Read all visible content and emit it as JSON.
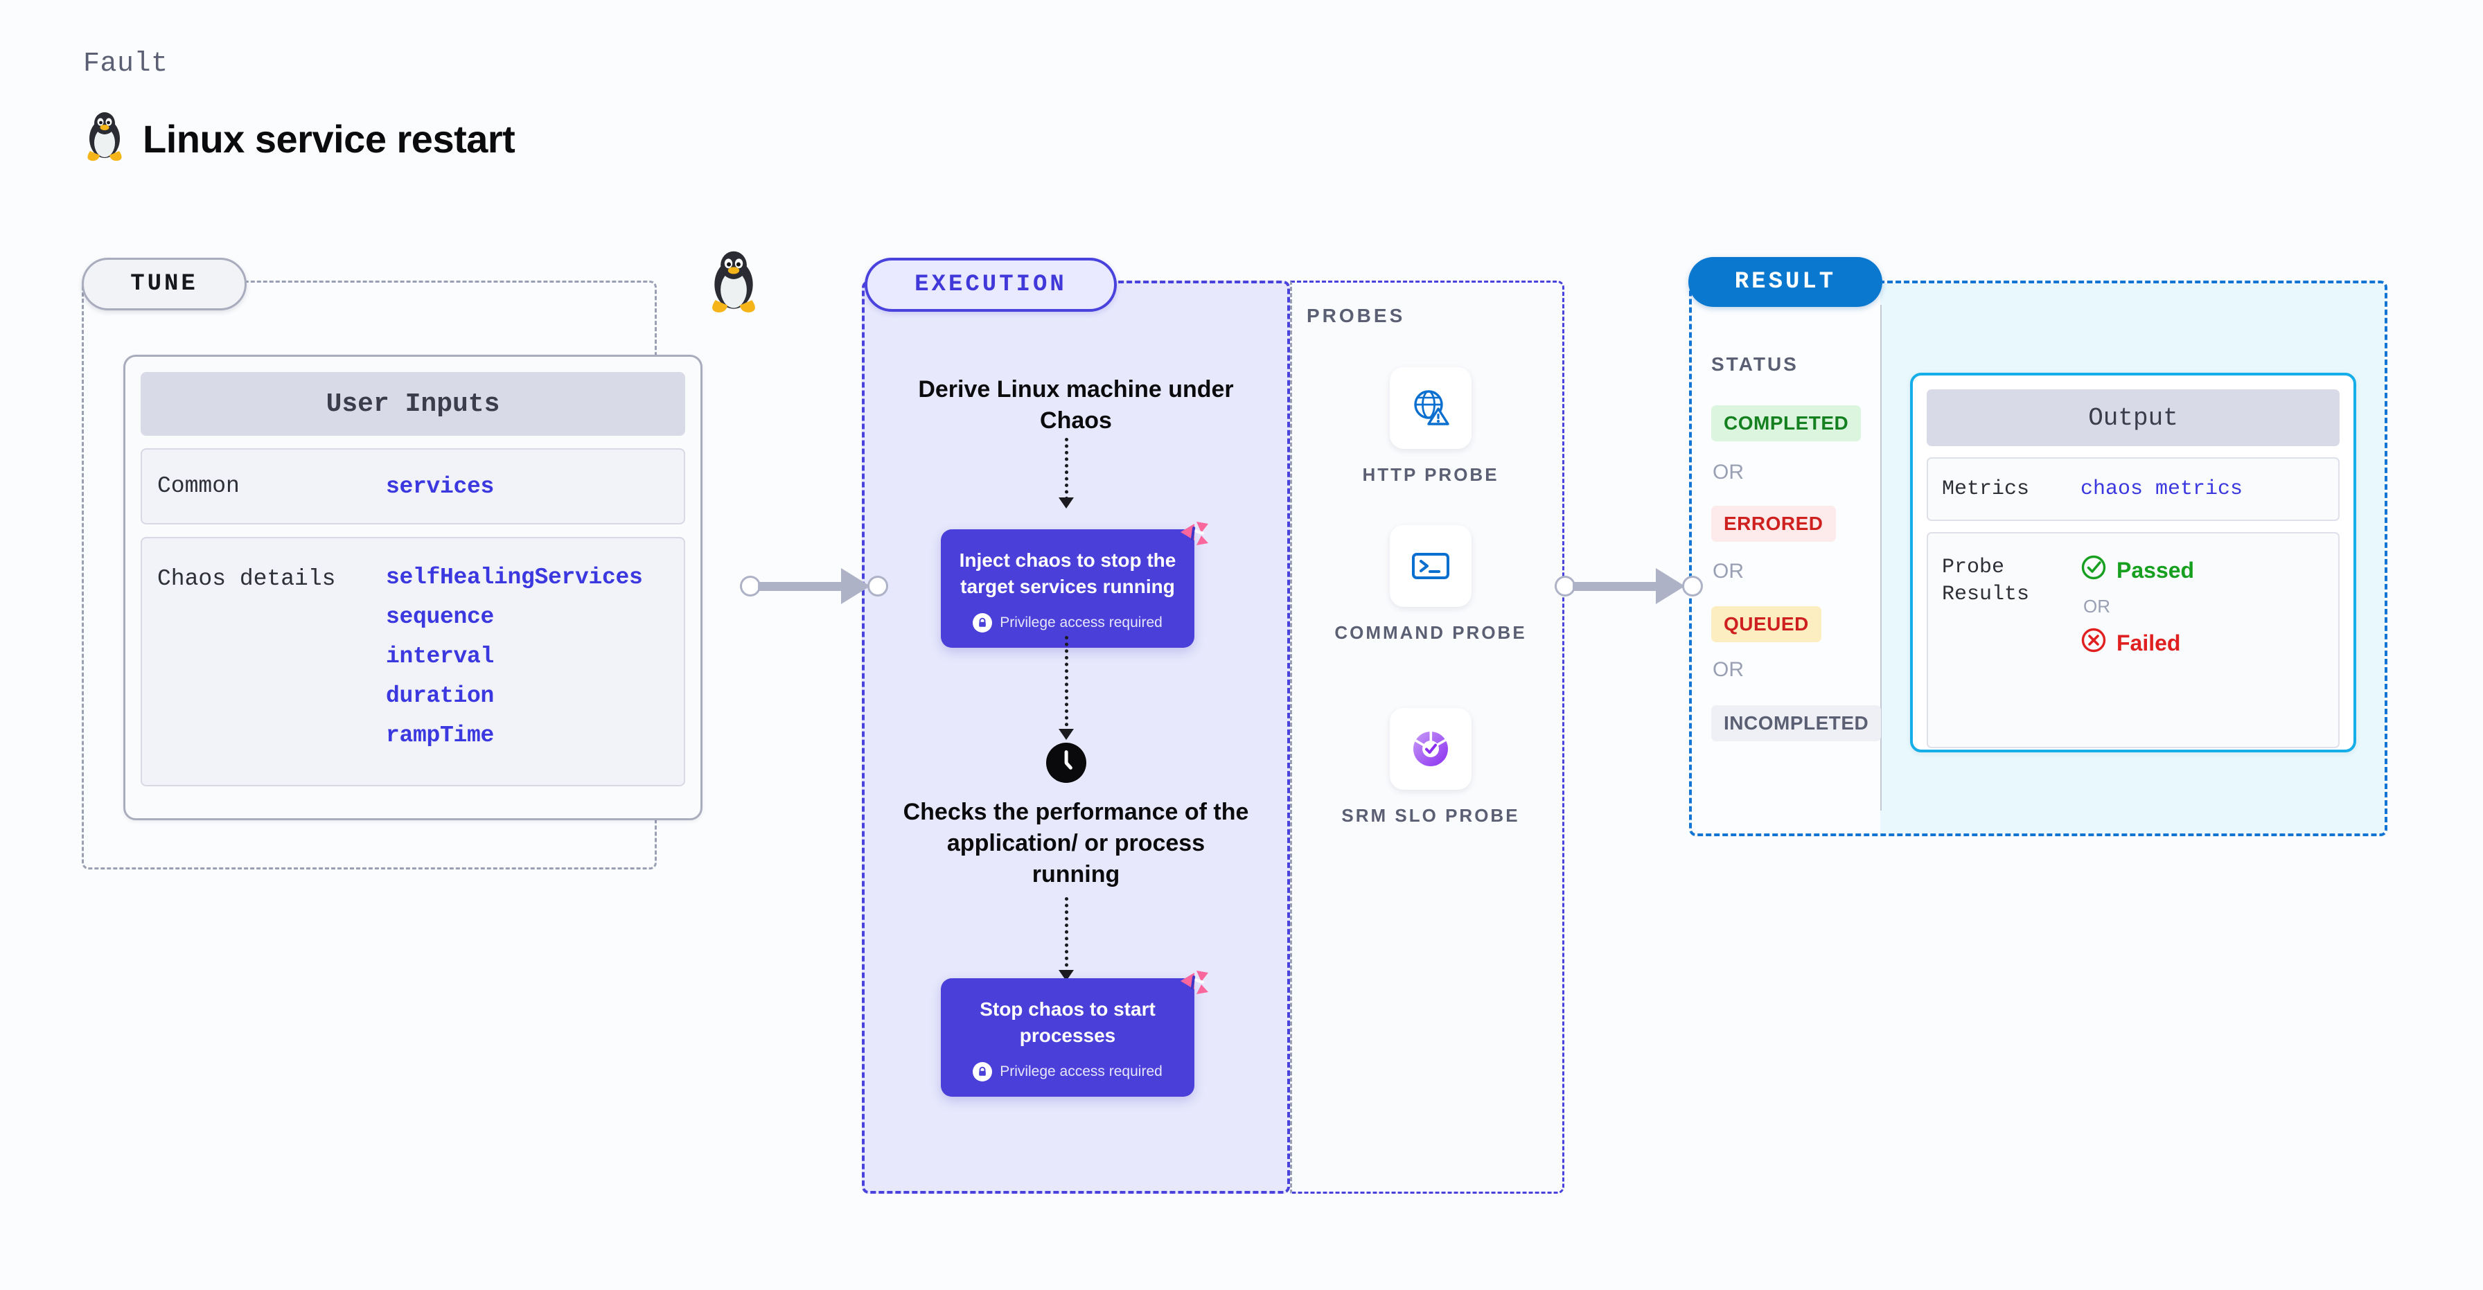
{
  "header": {
    "eyebrow": "Fault",
    "title": "Linux service restart",
    "icon": "linux-penguin-icon"
  },
  "tune": {
    "pill_label": "TUNE",
    "boundary_icon": "linux-penguin-icon",
    "card": {
      "header": "User Inputs",
      "groups": [
        {
          "label": "Common",
          "params": [
            "services"
          ]
        },
        {
          "label": "Chaos details",
          "params": [
            "selfHealingServices",
            "sequence",
            "interval",
            "duration",
            "rampTime"
          ]
        }
      ]
    }
  },
  "execution": {
    "pill_label": "EXECUTION",
    "steps": [
      {
        "type": "text",
        "label": "Derive Linux machine under Chaos"
      },
      {
        "type": "card",
        "label": "Inject chaos to stop the target services running",
        "privilege_note": "Privilege access required",
        "badge": "harness-logo-icon",
        "lock_icon": "lock-icon"
      },
      {
        "type": "text",
        "icon": "clock-icon",
        "label": "Checks the performance of the application/ or process running"
      },
      {
        "type": "card",
        "label": "Stop chaos to start processes",
        "privilege_note": "Privilege access required",
        "badge": "harness-logo-icon",
        "lock_icon": "lock-icon"
      }
    ]
  },
  "probes": {
    "heading": "PROBES",
    "items": [
      {
        "label": "HTTP PROBE",
        "icon": "globe-warning-icon"
      },
      {
        "label": "COMMAND PROBE",
        "icon": "terminal-icon"
      },
      {
        "label": "SRM SLO PROBE",
        "icon": "slo-donut-check-icon"
      }
    ]
  },
  "result": {
    "pill_label": "RESULT",
    "status": {
      "heading": "STATUS",
      "or_label": "OR",
      "badges": [
        {
          "label": "COMPLETED",
          "color": "#14801f",
          "bg": "#dbf5de"
        },
        {
          "label": "ERRORED",
          "color": "#cf2020",
          "bg": "#fdeaea"
        },
        {
          "label": "QUEUED",
          "color": "#cf2020",
          "bg": "#fdeec2"
        },
        {
          "label": "INCOMPLETED",
          "color": "#5b5f73",
          "bg": "#eff0f6"
        }
      ]
    },
    "output": {
      "header": "Output",
      "metrics_label": "Metrics",
      "metrics_value": "chaos metrics",
      "probe_results_label": "Probe Results",
      "passed_label": "Passed",
      "failed_label": "Failed",
      "or_label": "OR",
      "passed_icon": "check-circle-icon",
      "failed_icon": "x-circle-icon"
    }
  },
  "colors": {
    "accent_purple": "#4a3fd9",
    "accent_blue": "#0b78d0",
    "accent_cyan": "#16aee8",
    "harness_pink": "#f9679c"
  }
}
